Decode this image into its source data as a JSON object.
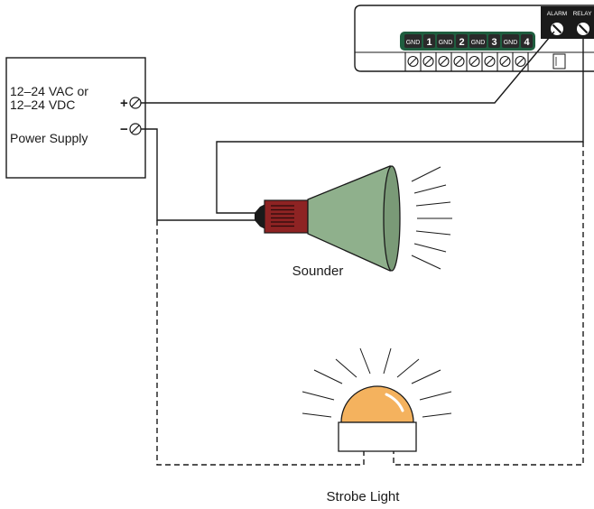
{
  "power_supply": {
    "line1": "12–24 VAC or",
    "line2": "12–24 VDC",
    "line3": "Power Supply",
    "plus": "+",
    "minus": "−"
  },
  "panel": {
    "terminals": [
      "GND",
      "1",
      "GND",
      "2",
      "GND",
      "3",
      "GND",
      "4"
    ],
    "alarm_label": "ALARM",
    "relay_label": "RELAY"
  },
  "sounder": {
    "label": "Sounder"
  },
  "strobe": {
    "label": "Strobe Light"
  },
  "colors": {
    "terminal_block": "#1f5e3f",
    "sounder_cone": "#8fb08c",
    "sounder_connector": "#8e2323",
    "strobe_dome": "#f4b25e",
    "wire": "#1a1a1a"
  }
}
